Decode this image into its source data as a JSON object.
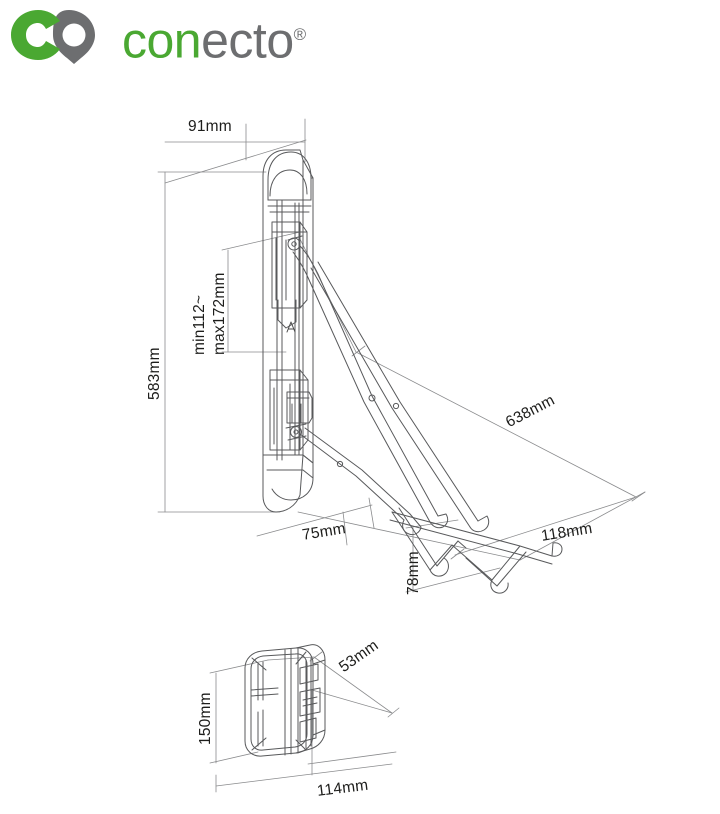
{
  "brand": {
    "name_green": "con",
    "name_gray": "ecto",
    "registered_mark": "®",
    "logo_icon": "conecto-infinity-logo",
    "green_hex": "#4aa832",
    "gray_hex": "#6d6e70"
  },
  "diagram": {
    "title": "wall-mount-bracket-technical-drawing",
    "line_color": "#58595b",
    "views": {
      "side": "side-view-extended-arm",
      "front": "front-view-folded"
    }
  },
  "dimensions": {
    "top_depth": "91mm",
    "total_height": "583mm",
    "adjust_range_line1": "min112~",
    "adjust_range_line2": "max172mm",
    "arm_length": "638mm",
    "foot_offset": "75mm",
    "foot_depth": "118mm",
    "foot_height": "78mm",
    "plate_height": "150mm",
    "plate_depth": "53mm",
    "plate_width": "114mm"
  }
}
